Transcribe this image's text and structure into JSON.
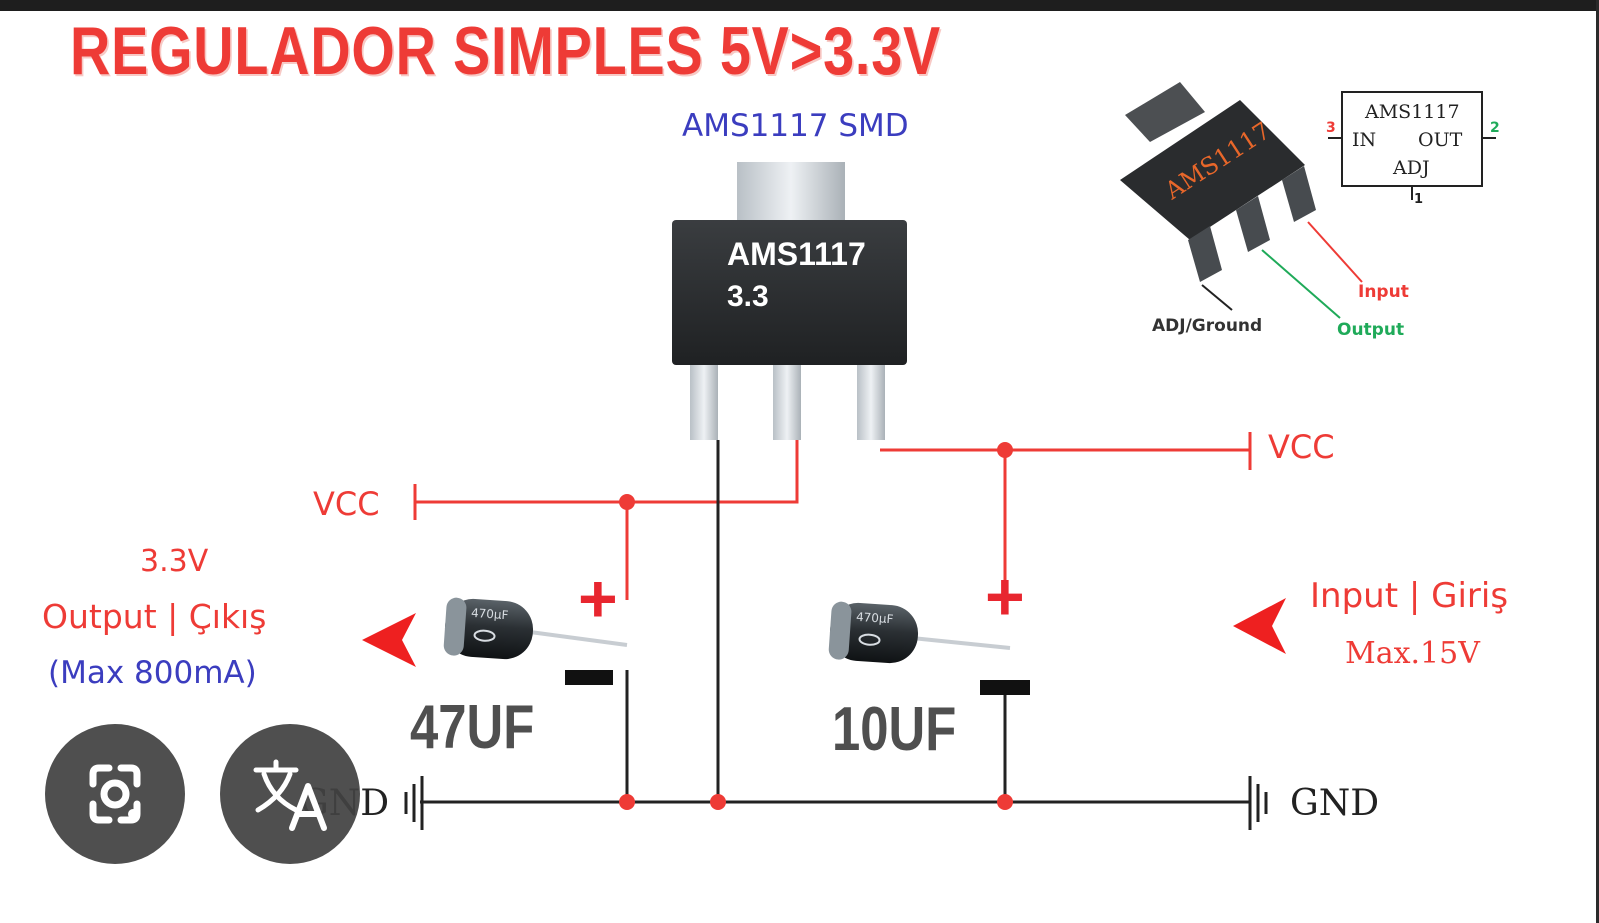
{
  "title": "REGULADOR SIMPLES 5V>3.3V",
  "chip": {
    "heading": "AMS1117 SMD",
    "label_line1": "AMS1117",
    "label_line2": "3.3"
  },
  "inset": {
    "chip_marking": "AMS1117",
    "symbol_name": "AMS1117",
    "pin_in": "IN",
    "pin_out": "OUT",
    "pin_adj": "ADJ",
    "pin_num_in": "3",
    "pin_num_out": "2",
    "pin_num_adj": "1",
    "label_adj_ground": "ADJ/Ground",
    "label_input": "Input",
    "label_output": "Output"
  },
  "circuit": {
    "vcc_left": "VCC",
    "vcc_right": "VCC",
    "gnd_left": "GND",
    "gnd_right": "GND",
    "output_voltage": "3.3V",
    "output_label": "Output | Çıkış",
    "output_max": "(Max 800mA)",
    "input_label": "Input | Giriş",
    "input_max": "Max.15V",
    "cap_left_value": "47UF",
    "cap_right_value": "10UF",
    "cap_marking": "470μF",
    "plus": "+"
  },
  "colors": {
    "wire_red": "#ee3b36",
    "wire_black": "#222222",
    "heading_blue": "#3b3dbf",
    "output_green": "#1faa59"
  },
  "overlay_buttons": {
    "lens_icon": "google-lens-icon",
    "translate_icon": "translate-icon"
  }
}
